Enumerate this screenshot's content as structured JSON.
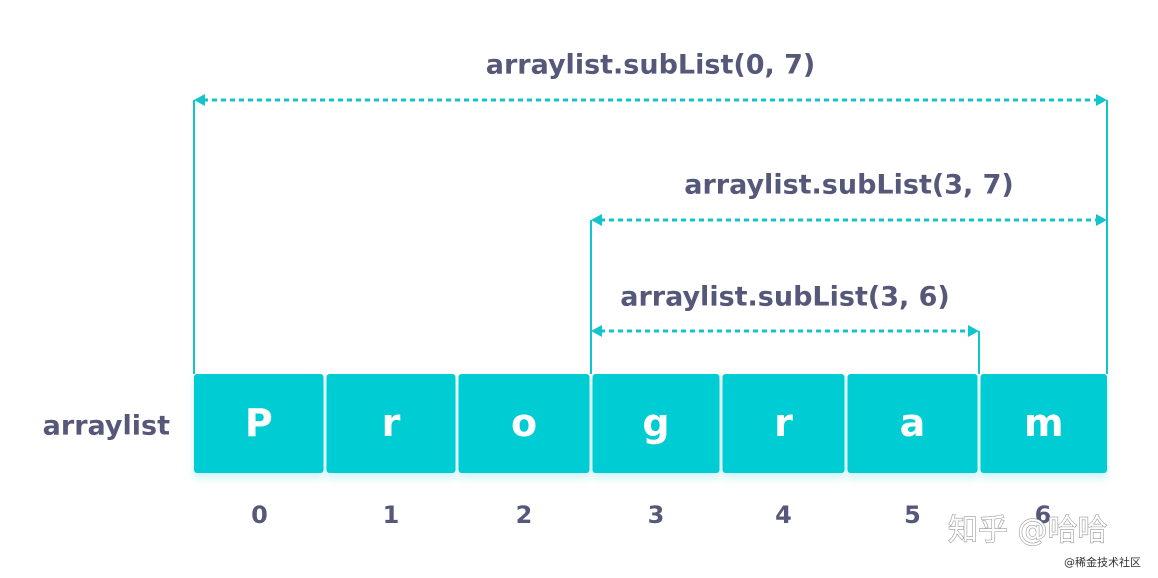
{
  "array": {
    "name": "arraylist",
    "cells": [
      "P",
      "r",
      "o",
      "g",
      "r",
      "a",
      "m"
    ],
    "indices": [
      "0",
      "1",
      "2",
      "3",
      "4",
      "5",
      "6"
    ]
  },
  "ranges": [
    {
      "label": "arraylist.subList(0, 7)",
      "from": 0,
      "to": 7
    },
    {
      "label": "arraylist.subList(3, 7)",
      "from": 3,
      "to": 7
    },
    {
      "label": "arraylist.subList(3, 6)",
      "from": 3,
      "to": 6
    }
  ],
  "colors": {
    "cell_fill": "#00cdd3",
    "line": "#12c4cc",
    "text": "#56587a"
  },
  "watermark": {
    "main": "知乎 @哈哈",
    "sub": "@稀金技术社区"
  }
}
